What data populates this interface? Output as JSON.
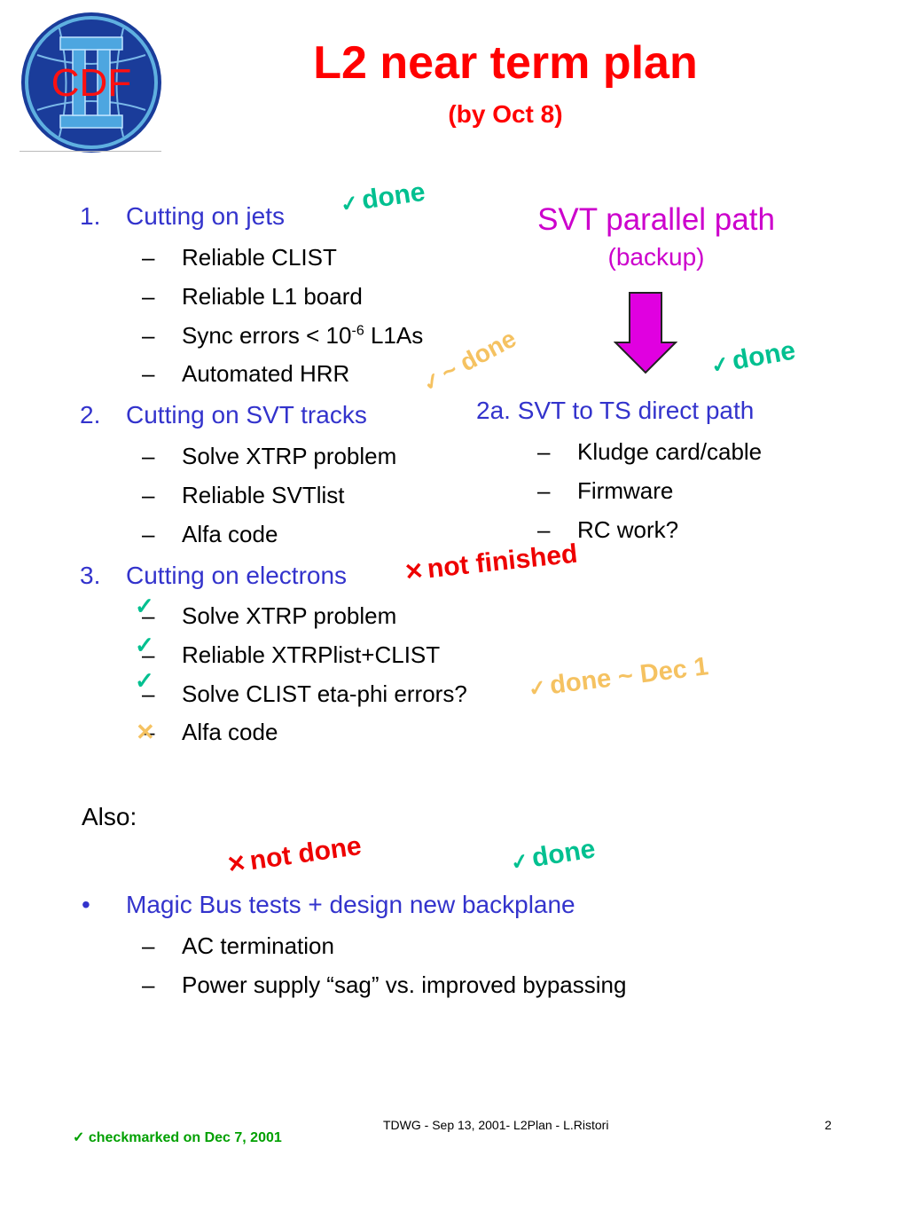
{
  "logo": {
    "text": "CDF",
    "numeral": "II"
  },
  "title": "L2 near term plan",
  "subtitle": "(by Oct 8)",
  "list": [
    {
      "num": "1.",
      "label": "Cutting on jets",
      "subs": [
        "Reliable CLIST",
        "Reliable L1 board",
        "Sync errors < 10",
        "Automated HRR"
      ],
      "sync_exp": "-6",
      "sync_tail": " L1As"
    },
    {
      "num": "2.",
      "label": "Cutting on SVT tracks",
      "subs": [
        "Solve XTRP problem",
        "Reliable SVTlist",
        "Alfa code"
      ]
    },
    {
      "num": "3.",
      "label": "Cutting on electrons",
      "subs": [
        "Solve XTRP problem",
        "Reliable XTRPlist+CLIST",
        "Solve CLIST eta-phi errors?",
        "Alfa code"
      ]
    }
  ],
  "dash": "–",
  "also": "Also:",
  "bullet": {
    "glyph": "•",
    "label": "Magic Bus tests + design new backplane",
    "subs": [
      "AC termination",
      "Power supply “sag” vs. improved bypassing"
    ]
  },
  "svt": {
    "title": "SVT parallel path",
    "subtitle": "(backup)",
    "item_label": "2a. SVT to TS direct path",
    "subs": [
      "Kludge card/cable",
      "Firmware",
      "RC work?"
    ]
  },
  "annotations": {
    "check": "✓",
    "cross": "✕",
    "done": "done",
    "approx_done": "~ done",
    "not_finished": "not finished",
    "done_dec": "done ~ Dec 1",
    "not_done": "not done"
  },
  "footer": {
    "center": "TDWG - Sep 13, 2001- L2Plan - L.Ristori",
    "page": "2",
    "note": "✓ checkmarked on Dec 7, 2001"
  },
  "colors": {
    "title": "#ff0000",
    "list_heading": "#3333cc",
    "svt": "#cc00cc",
    "done_green": "#00c090",
    "done_gold": "#f5c261",
    "not_done": "#ee0000",
    "footer_note": "#00a000"
  }
}
